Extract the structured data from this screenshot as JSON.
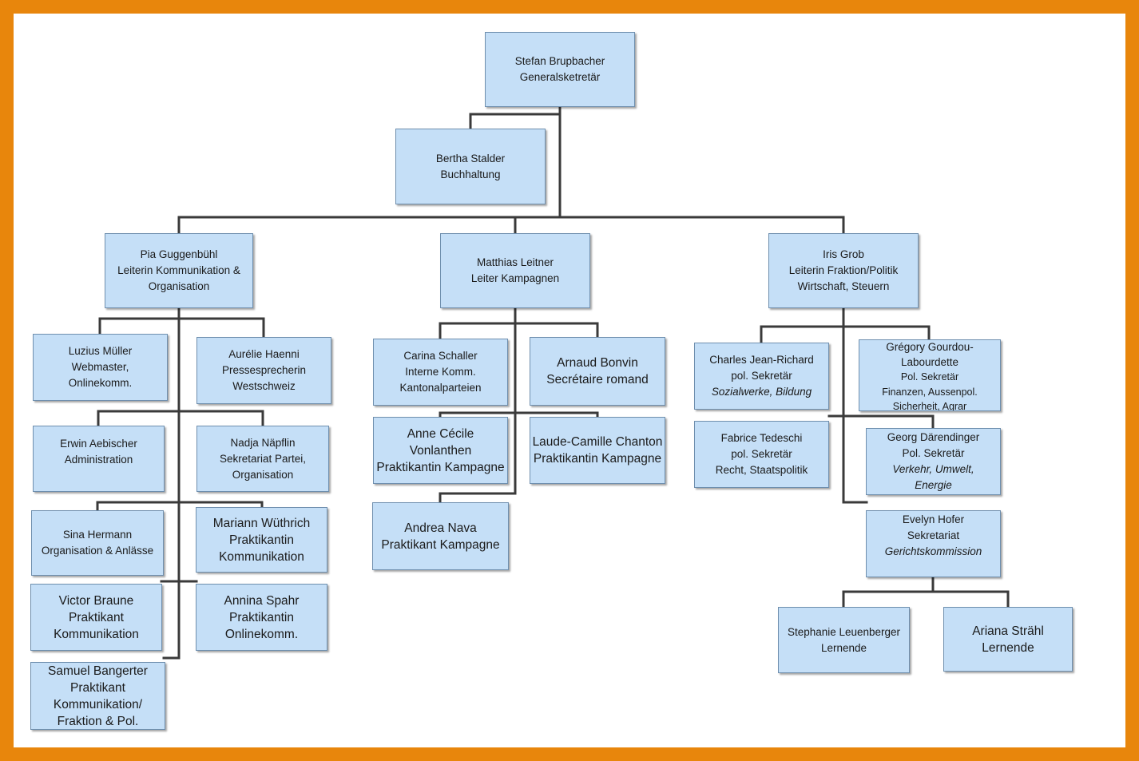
{
  "colors": {
    "frame": "#e8860c",
    "box_fill": "#c5dff7",
    "box_border": "#6f8fae",
    "connector": "#3a3a3a"
  },
  "nodes": {
    "brupbacher": [
      "Stefan Brupbacher",
      "Generalsketretär"
    ],
    "stalder": [
      "Bertha Stalder",
      "Buchhaltung"
    ],
    "guggenbuehl": [
      "Pia Guggenbühl",
      "Leiterin Kommunikation &",
      "Organisation"
    ],
    "leitner": [
      "Matthias Leitner",
      "Leiter Kampagnen"
    ],
    "grob": [
      "Iris Grob",
      "Leiterin Fraktion/Politik",
      "Wirtschaft, Steuern"
    ],
    "mueller": [
      "Luzius Müller",
      "Webmaster,",
      "Onlinekomm."
    ],
    "haenni": [
      "Aurélie Haenni",
      "Pressesprecherin",
      "Westschweiz"
    ],
    "aebischer": [
      "Erwin Aebischer",
      "Administration"
    ],
    "naepflin": [
      "Nadja Näpflin",
      "Sekretariat Partei,",
      "Organisation"
    ],
    "hermann": [
      "Sina Hermann",
      "Organisation & Anlässe"
    ],
    "wuethrich": [
      "Mariann Wüthrich",
      "Praktikantin",
      "Kommunikation"
    ],
    "braune": [
      "Victor Braune",
      "Praktikant",
      "Kommunikation"
    ],
    "spahr": [
      "Annina Spahr",
      "Praktikantin",
      "Onlinekomm."
    ],
    "bangerter": [
      "Samuel Bangerter",
      "Praktikant",
      "Kommunikation/",
      "Fraktion & Pol."
    ],
    "schaller": [
      "Carina Schaller",
      "Interne Komm.",
      "Kantonalparteien"
    ],
    "bonvin": [
      "Arnaud Bonvin",
      "Secrétaire romand"
    ],
    "vonlanthen": [
      "Anne Cécile",
      "Vonlanthen",
      "Praktikantin Kampagne"
    ],
    "chanton": [
      "Laude-Camille Chanton",
      "Praktikantin Kampagne"
    ],
    "nava": [
      "Andrea Nava",
      "Praktikant Kampagne"
    ],
    "jeanrichard": [
      "Charles Jean-Richard",
      "pol. Sekretär",
      "Sozialwerke, Bildung"
    ],
    "gourdou": [
      "Grégory Gourdou-",
      "Labourdette",
      "Pol. Sekretär",
      "Finanzen, Aussenpol.",
      "Sicherheit, Agrar"
    ],
    "tedeschi": [
      "Fabrice Tedeschi",
      "pol. Sekretär",
      "Recht, Staatspolitik"
    ],
    "daerendinger": [
      "Georg Därendinger",
      "Pol. Sekretär",
      "Verkehr, Umwelt,",
      "Energie"
    ],
    "hofer": [
      "Evelyn Hofer",
      "Sekretariat",
      "Gerichtskommission"
    ],
    "leuenberger": [
      "Stephanie Leuenberger",
      "Lernende"
    ],
    "straehl": [
      "Ariana Strähl",
      "Lernende"
    ]
  }
}
